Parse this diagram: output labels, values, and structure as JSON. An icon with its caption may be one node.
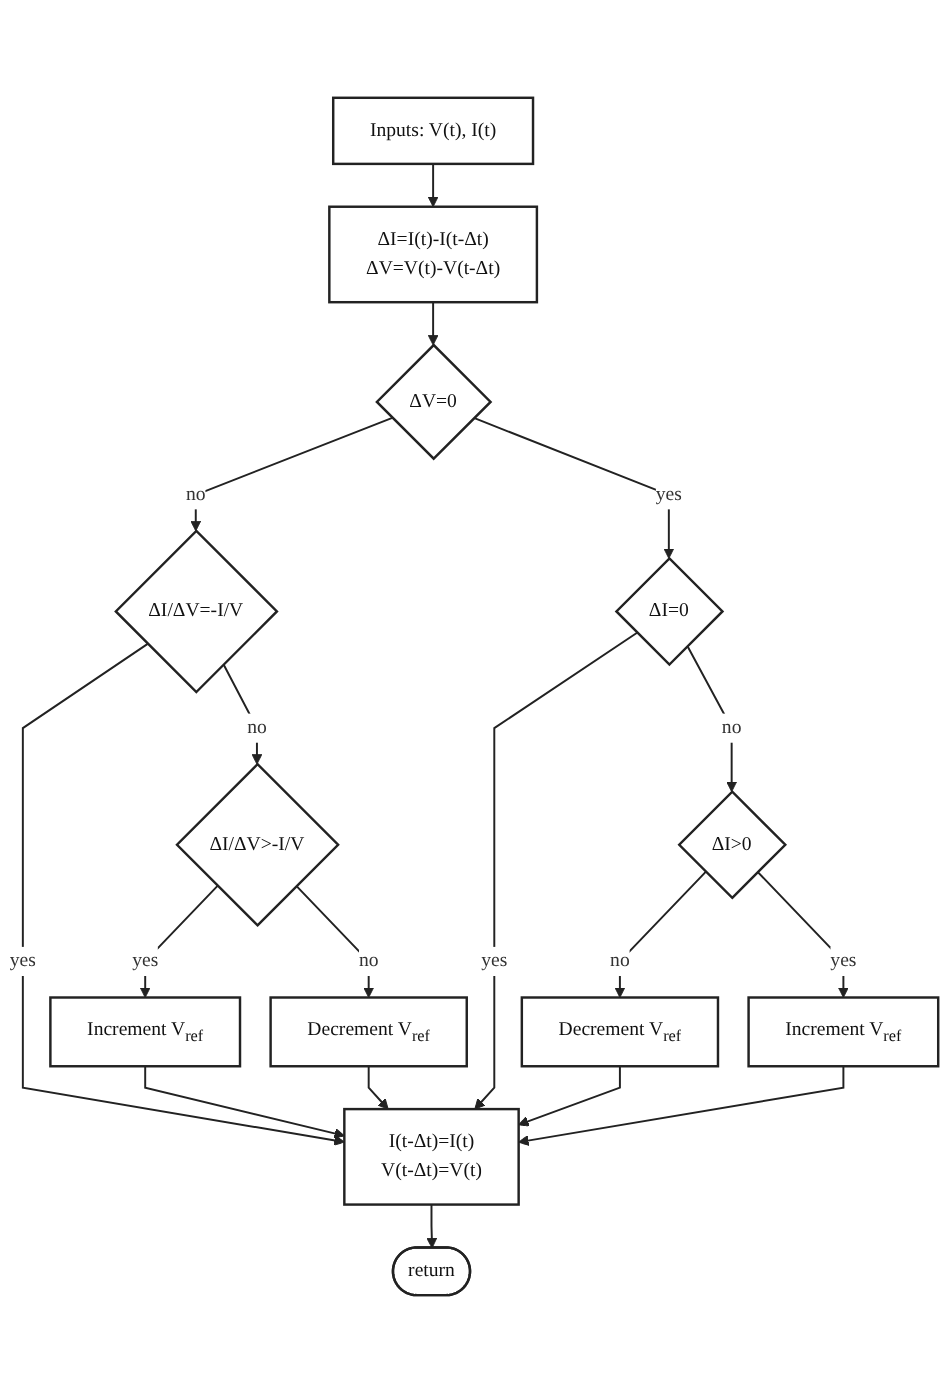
{
  "diagram": {
    "nodes": [
      {
        "text": [
          "Inputs: V(t), I(t)"
        ]
      },
      {
        "text": [
          "ΔI=I(t)-I(t-Δt)",
          "ΔV=V(t)-V(t-Δt)"
        ]
      },
      {
        "text": [
          "ΔV=0"
        ]
      },
      {
        "text": [
          "ΔI/ΔV=-I/V"
        ]
      },
      {
        "text": [
          "ΔI=0"
        ]
      },
      {
        "text": [
          "ΔI/ΔV>-I/V"
        ]
      },
      {
        "text": [
          "ΔI>0"
        ]
      },
      {
        "text": [
          "Increment V$_{ref}$"
        ]
      },
      {
        "text": [
          "Decrement V$_{ref}$"
        ]
      },
      {
        "text": [
          "Decrement V$_{ref}$"
        ]
      },
      {
        "text": [
          "Increment V$_{ref}$"
        ]
      },
      {
        "text": [
          "I(t-Δt)=I(t)",
          "V(t-Δt)=V(t)"
        ]
      },
      {
        "text": [
          "return"
        ]
      }
    ],
    "edges": [
      {
        "from": 0,
        "to": 1,
        "arrow": "to"
      },
      {
        "from": 1,
        "to": 2,
        "arrow": "to"
      },
      {
        "from": 2,
        "to": 3,
        "arrow": "to",
        "label": "no"
      },
      {
        "from": 2,
        "to": 4,
        "arrow": "to",
        "label": "yes"
      },
      {
        "from": 3,
        "to": 11,
        "arrow": "to",
        "label": "yes"
      },
      {
        "from": 3,
        "to": 5,
        "arrow": "to",
        "label": "no"
      },
      {
        "from": 4,
        "to": 11,
        "arrow": "to",
        "label": "yes"
      },
      {
        "from": 4,
        "to": 6,
        "arrow": "to",
        "label": "no"
      },
      {
        "from": 5,
        "to": 7,
        "arrow": "to",
        "label": "yes"
      },
      {
        "from": 5,
        "to": 8,
        "arrow": "to",
        "label": "no"
      },
      {
        "from": 6,
        "to": 9,
        "arrow": "to",
        "label": "no"
      },
      {
        "from": 6,
        "to": 10,
        "arrow": "to",
        "label": "yes"
      },
      {
        "from": 7,
        "to": 11,
        "arrow": "to"
      },
      {
        "from": 8,
        "to": 11,
        "arrow": "to"
      },
      {
        "from": 9,
        "to": 11,
        "arrow": "to"
      },
      {
        "from": 10,
        "to": 11,
        "arrow": "to"
      },
      {
        "from": 11,
        "to": 12,
        "arrow": "to"
      }
    ]
  }
}
